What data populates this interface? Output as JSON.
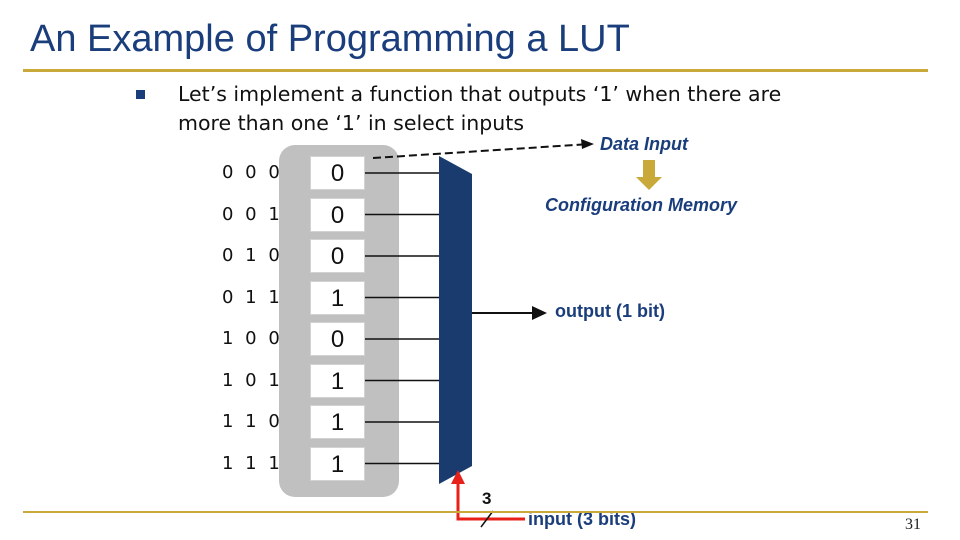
{
  "title": "An Example of Programming a LUT",
  "bullet_text": "Let’s implement a function that outputs ‘1’ when there are more than one ‘1’ in select inputs",
  "rows": [
    {
      "select": "0 0 0",
      "value": "0"
    },
    {
      "select": "0 0 1",
      "value": "0"
    },
    {
      "select": "0 1 0",
      "value": "0"
    },
    {
      "select": "0 1 1",
      "value": "1"
    },
    {
      "select": "1 0 0",
      "value": "0"
    },
    {
      "select": "1 0 1",
      "value": "1"
    },
    {
      "select": "1 1 0",
      "value": "1"
    },
    {
      "select": "1 1 1",
      "value": "1"
    }
  ],
  "labels": {
    "data_input": "Data Input",
    "configuration_memory": "Configuration Memory",
    "output": "output (1 bit)",
    "input": "input (3 bits)",
    "input_width": "3"
  },
  "page_number": "31",
  "colors": {
    "title": "#1a3d7c",
    "accent_rule": "#c9a93a",
    "mux": "#1a3b6e",
    "memory_panel": "#c0c0c0",
    "arrow_gold": "#c9a93a",
    "select_arrow": "#e8201a"
  }
}
